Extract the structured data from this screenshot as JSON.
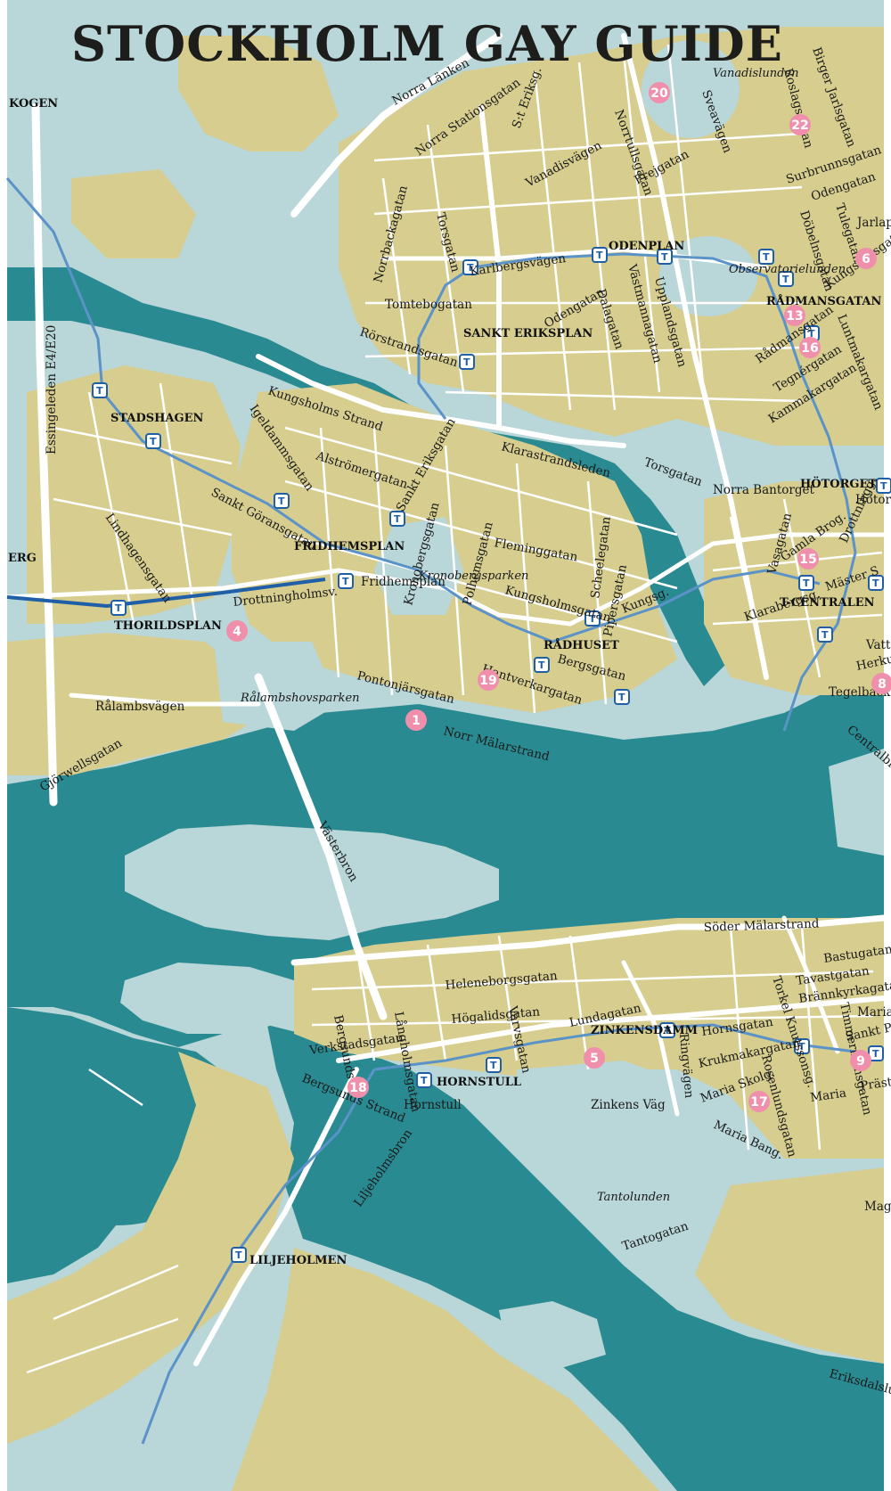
{
  "map": {
    "title": "STOCKHOLM GAY GUIDE",
    "colors": {
      "water": "#2a8a91",
      "parkland": "#b9d6d8",
      "urban_block": "#d6cd8e",
      "road": "#ffffff",
      "metro_line": "#5b93c8",
      "poi_marker": "#f08fab",
      "station_icon": "#1f5fa8"
    },
    "streets": [
      {
        "id": "norra-lanken",
        "label": "Norra Länken"
      },
      {
        "id": "norra-stationsgatan",
        "label": "Norra Stationsgatan"
      },
      {
        "id": "st-eriksg",
        "label": "S:t Eriksg."
      },
      {
        "id": "vanadisvagen",
        "label": "Vanadisvägen"
      },
      {
        "id": "norrtullsgatan",
        "label": "Norrtullsgatan"
      },
      {
        "id": "freigatan",
        "label": "Frejgatan"
      },
      {
        "id": "sveavagen",
        "label": "Sveavägen"
      },
      {
        "id": "birger-jarlsgatan",
        "label": "Birger Jarlsgatan"
      },
      {
        "id": "roslagsgatan",
        "label": "Roslagsgatan"
      },
      {
        "id": "surbrunnsgatan",
        "label": "Surbrunnsgatan"
      },
      {
        "id": "odengatan-ne",
        "label": "Odengatan"
      },
      {
        "id": "tulegatan",
        "label": "Tulegatan"
      },
      {
        "id": "dobelnsgatan",
        "label": "Döbelnsgatan"
      },
      {
        "id": "kungstensgatan",
        "label": "Kungstensgatan"
      },
      {
        "id": "norrbackagatan",
        "label": "Norrbackagatan"
      },
      {
        "id": "torsgatan",
        "label": "Torsgatan"
      },
      {
        "id": "karlbergsvagen",
        "label": "Karlbergsvägen"
      },
      {
        "id": "tomtebogatan",
        "label": "Tomtebogatan"
      },
      {
        "id": "rorstrandsgatan",
        "label": "Rörstrandsgatan"
      },
      {
        "id": "odengatan",
        "label": "Odengatan"
      },
      {
        "id": "dalagatan",
        "label": "Dalagatan"
      },
      {
        "id": "vastmannagatan",
        "label": "Västmannagatan"
      },
      {
        "id": "upplandsgatan",
        "label": "Upplandsgatan"
      },
      {
        "id": "radmansgatan",
        "label": "Rådmansgatan"
      },
      {
        "id": "tegnergatan",
        "label": "Tegnérgatan"
      },
      {
        "id": "luntmakargatan",
        "label": "Luntmakargatan"
      },
      {
        "id": "kammakargatan",
        "label": "Kammakargatan"
      },
      {
        "id": "essingeleden",
        "label": "Essingeleden E4/E20"
      },
      {
        "id": "kungsholms-strand",
        "label": "Kungsholms Strand"
      },
      {
        "id": "igeldammsgatan",
        "label": "Igeldammsgatan"
      },
      {
        "id": "alstromergatan",
        "label": "Alströmergatan"
      },
      {
        "id": "sankt-eriksgatan",
        "label": "Sankt Eriksgatan"
      },
      {
        "id": "klarastrandsleden",
        "label": "Klarastrandsleden"
      },
      {
        "id": "torsgatan-e",
        "label": "Torsgatan"
      },
      {
        "id": "sankt-goransgatan",
        "label": "Sankt Göransgatan"
      },
      {
        "id": "lindhagensgatan",
        "label": "Lindhagensgatan"
      },
      {
        "id": "kronobergsgatan",
        "label": "Kronobergsgatan"
      },
      {
        "id": "polhemsgatan",
        "label": "Polhemsgatan"
      },
      {
        "id": "fleminggatan",
        "label": "Fleminggatan"
      },
      {
        "id": "scheelegatan",
        "label": "Scheelegatan"
      },
      {
        "id": "kungsholmsgatan",
        "label": "Kungsholmsgatan"
      },
      {
        "id": "pipersgatan",
        "label": "Pipersgatan"
      },
      {
        "id": "kungsg",
        "label": "Kungsg."
      },
      {
        "id": "drottningholmsv",
        "label": "Drottningholmsv."
      },
      {
        "id": "bergsgatan",
        "label": "Bergsgatan"
      },
      {
        "id": "hantverkargatan",
        "label": "Hantverkargatan"
      },
      {
        "id": "pontonjarsgatan",
        "label": "Pontonjärsgatan"
      },
      {
        "id": "norr-malarstrand",
        "label": "Norr Mälarstrand"
      },
      {
        "id": "ralambsvagen",
        "label": "Rålambsvägen"
      },
      {
        "id": "gjorwellsgatan",
        "label": "Gjörwellsgatan"
      },
      {
        "id": "vasterbron",
        "label": "Västerbron"
      },
      {
        "id": "vasagatan",
        "label": "Vasagatan"
      },
      {
        "id": "gamla-brog",
        "label": "Gamla Brog."
      },
      {
        "id": "klarabergsg",
        "label": "Klarabergsg."
      },
      {
        "id": "drottningg",
        "label": "Drottningg."
      },
      {
        "id": "master-s",
        "label": "Mäster S"
      },
      {
        "id": "centralbron",
        "label": "Centralbron"
      },
      {
        "id": "soder-malarstrand",
        "label": "Söder Mälarstrand"
      },
      {
        "id": "bastugatan",
        "label": "Bastugatan"
      },
      {
        "id": "tavastgatan",
        "label": "Tavastgatan"
      },
      {
        "id": "brannkyrkagatan",
        "label": "Brännkyrkagatan"
      },
      {
        "id": "heleneborgsgatan",
        "label": "Heleneborgsgatan"
      },
      {
        "id": "hogalidsgatan",
        "label": "Högalidsgatan"
      },
      {
        "id": "varvsgatan",
        "label": "Varvsgatan"
      },
      {
        "id": "lundagatan",
        "label": "Lundagatan"
      },
      {
        "id": "verkstadsgatan",
        "label": "Verkstadsgatan"
      },
      {
        "id": "bergsunds",
        "label": "Bergsunds"
      },
      {
        "id": "langholmsgatan",
        "label": "Långholmsgatan"
      },
      {
        "id": "bergsunds-strand",
        "label": "Bergsunds Strand"
      },
      {
        "id": "hornsgatan",
        "label": "Hornsgatan"
      },
      {
        "id": "krukmakargatan",
        "label": "Krukmakargatan"
      },
      {
        "id": "ringvagen",
        "label": "Ringvägen"
      },
      {
        "id": "torkel-knutssonsg",
        "label": "Torkel Knutssonsg."
      },
      {
        "id": "timmermansgatan",
        "label": "Timmermansgatan"
      },
      {
        "id": "rosenlundsgatan",
        "label": "Rosenlundsgatan"
      },
      {
        "id": "maria-skolg",
        "label": "Maria Skolg."
      },
      {
        "id": "maria-bang",
        "label": "Maria Bang."
      },
      {
        "id": "maria",
        "label": "Maria"
      },
      {
        "id": "prast",
        "label": "Präst"
      },
      {
        "id": "zinkens-vag",
        "label": "Zinkens Väg"
      },
      {
        "id": "tantogatan",
        "label": "Tantogatan"
      },
      {
        "id": "liljeholmsbron",
        "label": "Liljeholmsbron"
      },
      {
        "id": "eriksdalslun",
        "label": "Eriksdalslun"
      },
      {
        "id": "magn",
        "label": "Magn"
      },
      {
        "id": "sankt-pa",
        "label": "Sankt Pa"
      },
      {
        "id": "maria-torget",
        "label": "Maria torget"
      },
      {
        "id": "vatt",
        "label": "Vatt"
      },
      {
        "id": "herkul",
        "label": "Herkul"
      }
    ],
    "areas": [
      {
        "id": "vanadislunden",
        "label": "Vanadislunden"
      },
      {
        "id": "observatorielunden",
        "label": "Observatorielunden"
      },
      {
        "id": "kronobergsparken",
        "label": "Kronobergsparken"
      },
      {
        "id": "ralambshovsparken",
        "label": "Rålambshovsparken"
      },
      {
        "id": "tantolunden",
        "label": "Tantolunden"
      }
    ],
    "districts": [
      {
        "id": "skogen",
        "label": "KOGEN"
      },
      {
        "id": "odenplan",
        "label": "ODENPLAN"
      },
      {
        "id": "sankt-eriksplan",
        "label": "SANKT ERIKSPLAN"
      },
      {
        "id": "radmansgatan-st",
        "label": "RÅDMANSGATAN"
      },
      {
        "id": "stadshagen",
        "label": "STADSHAGEN"
      },
      {
        "id": "hotorget",
        "label": "HÖTORGET"
      },
      {
        "id": "fridhemsplan",
        "label": "FRIDHEMSPLAN"
      },
      {
        "id": "erg",
        "label": "ERG"
      },
      {
        "id": "thorildsplan",
        "label": "THORILDSPLAN"
      },
      {
        "id": "t-centralen",
        "label": "T-CENTRALEN"
      },
      {
        "id": "radhuset",
        "label": "RÅDHUSET"
      },
      {
        "id": "zinkensdamm",
        "label": "ZINKENSDAMM"
      },
      {
        "id": "hornstull",
        "label": "HORNSTULL"
      },
      {
        "id": "liljeholmen",
        "label": "LILJEHOLMEN"
      },
      {
        "id": "jarlaplan",
        "label": "Jarlaplan"
      },
      {
        "id": "norra-bantorget",
        "label": "Norra Bantorget"
      },
      {
        "id": "hotorget-small",
        "label": "Hötorget"
      },
      {
        "id": "fridhemsplan-small",
        "label": "Fridhemsplan"
      },
      {
        "id": "tegelbacken",
        "label": "Tegelbacken"
      },
      {
        "id": "hornstull-small",
        "label": "Hornstull"
      }
    ],
    "station_icon_letter": "T",
    "markers": [
      "1",
      "4",
      "5",
      "6",
      "8",
      "9",
      "13",
      "15",
      "16",
      "17",
      "18",
      "19",
      "20",
      "22"
    ]
  }
}
